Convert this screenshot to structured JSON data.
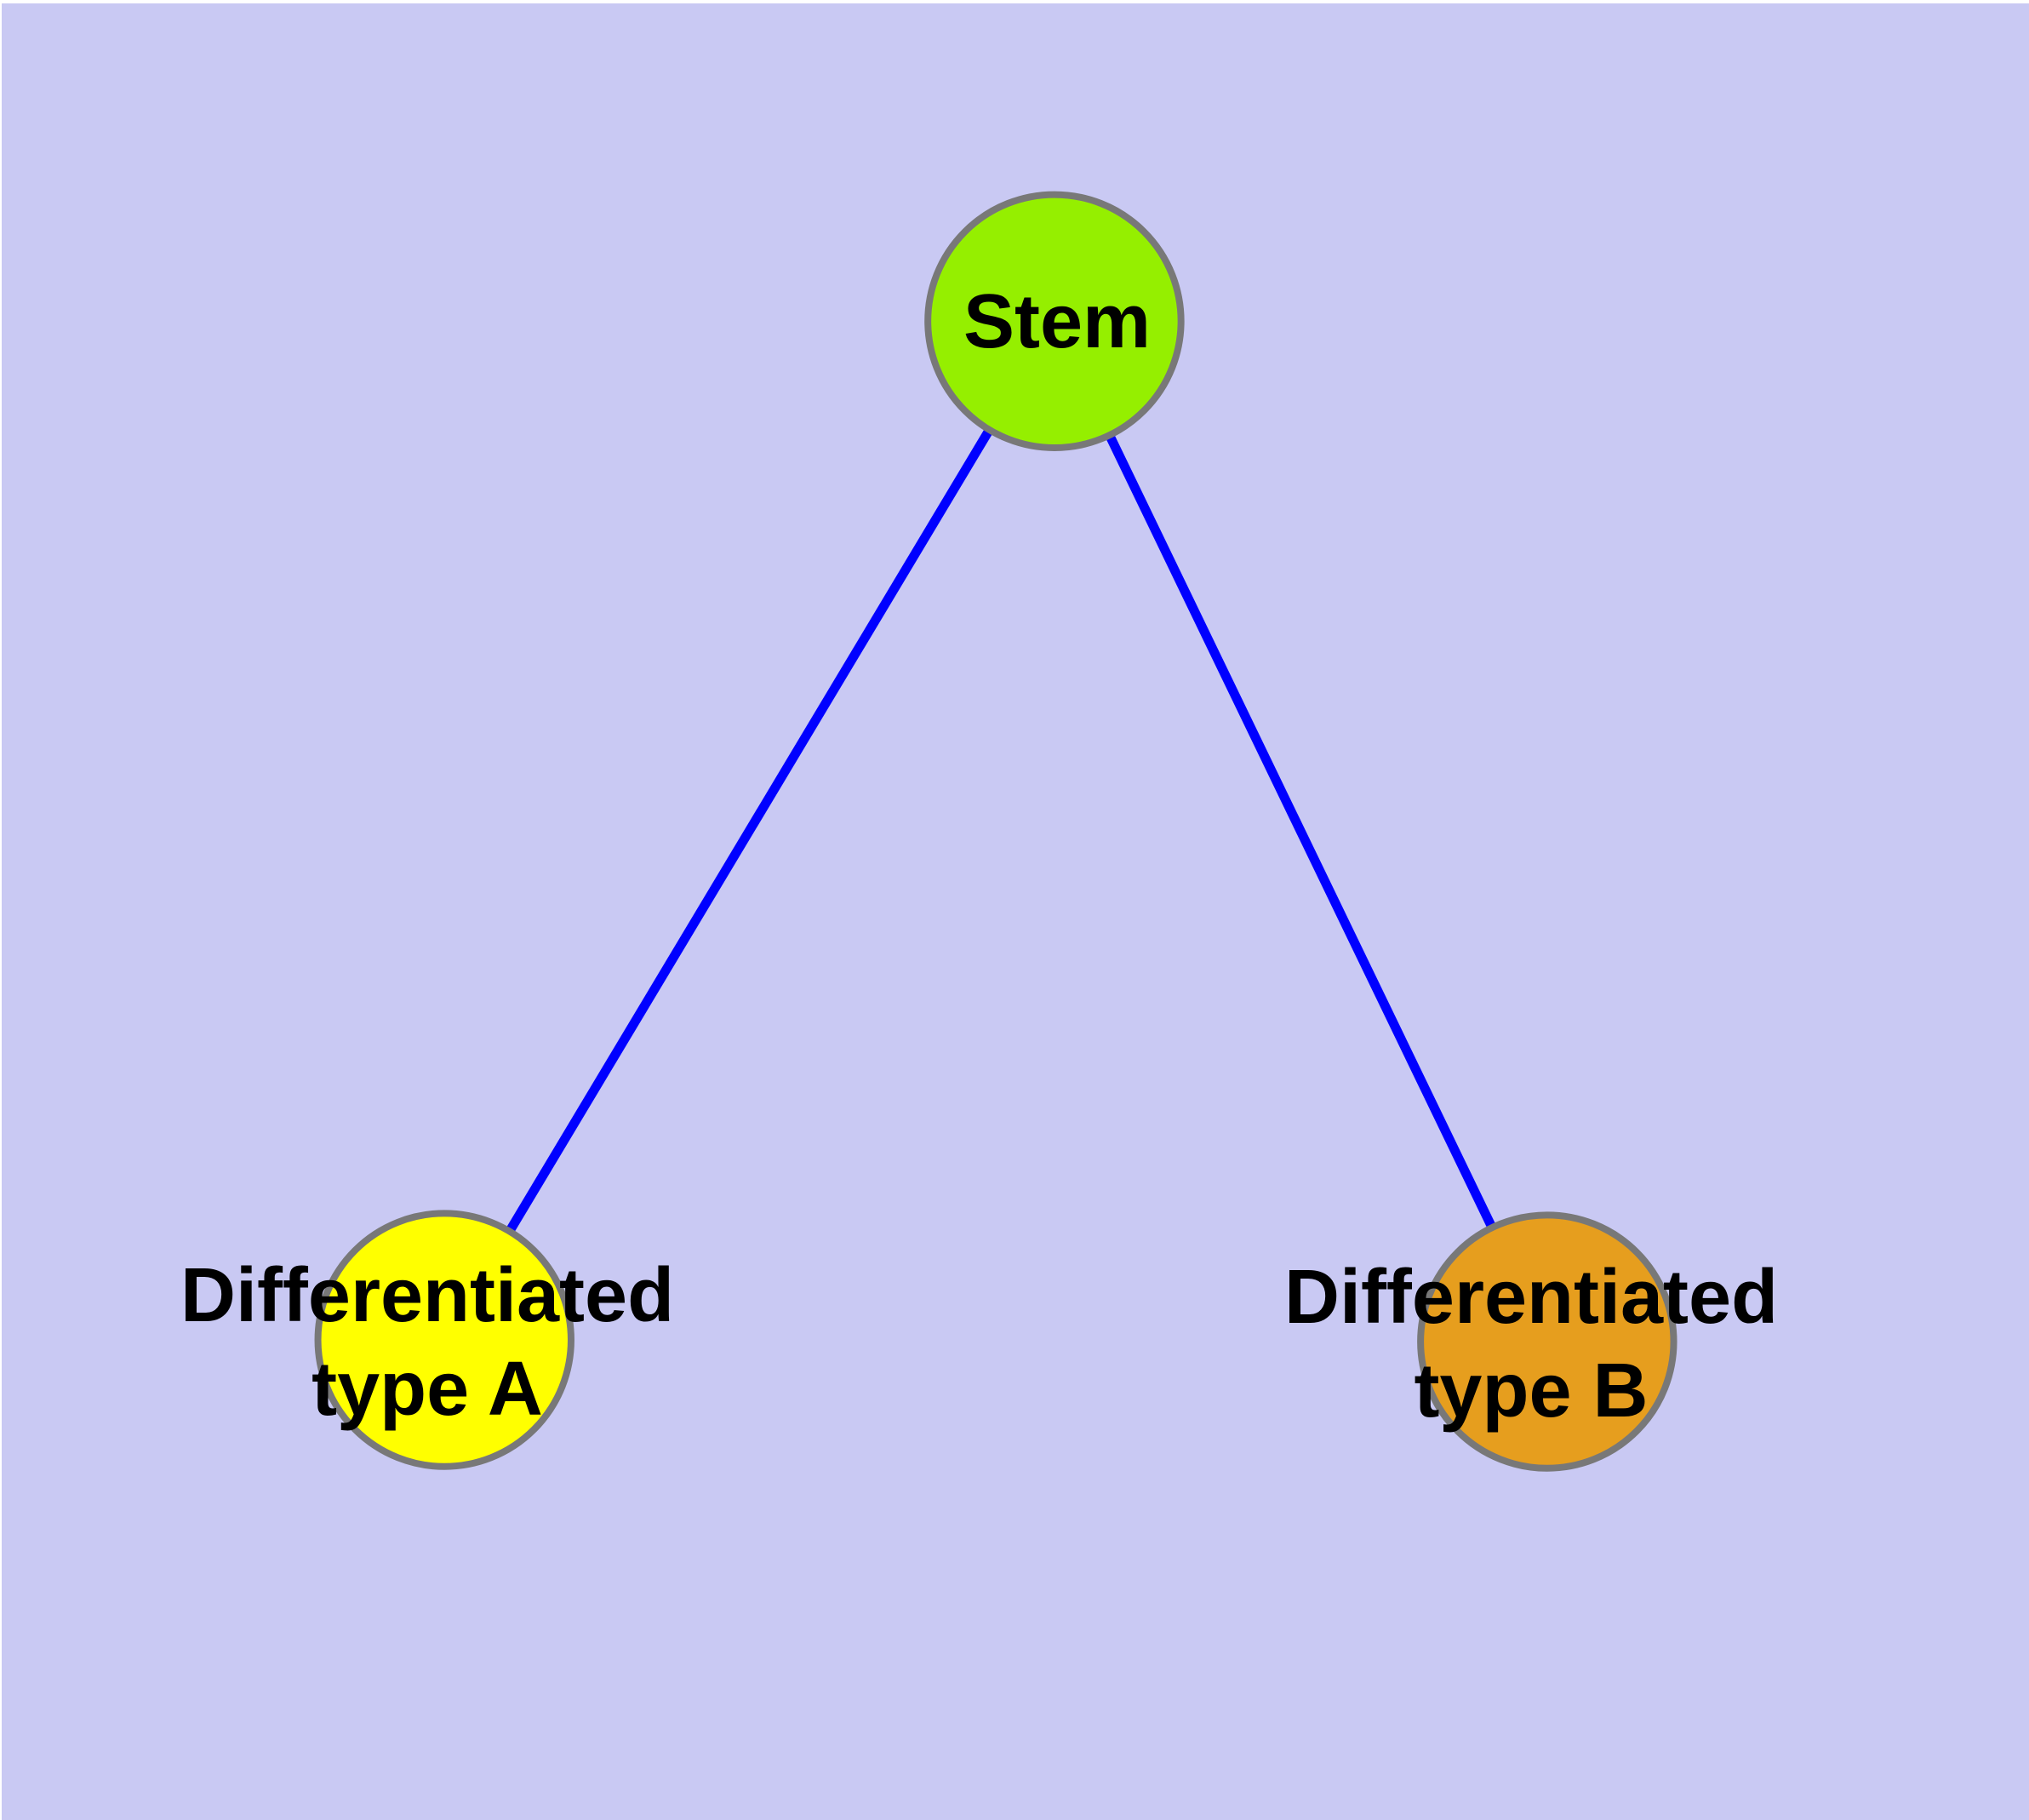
{
  "diagram": {
    "background_color": "#C9C9F3",
    "edge_color": "#0000FF",
    "edge_width": "11",
    "node_border_color": "#787878",
    "node_border_width": "8",
    "label_color": "#000000",
    "nodes": [
      {
        "id": "stem",
        "label_lines": [
          "Stem"
        ],
        "color": "#95EF00"
      },
      {
        "id": "diff-a",
        "label_lines": [
          "Differentiated",
          "type A"
        ],
        "color": "#FFFF00"
      },
      {
        "id": "diff-b",
        "label_lines": [
          "Differentiated",
          "type B"
        ],
        "color": "#E69E1E"
      }
    ],
    "edges": [
      {
        "from": "Stem",
        "to": "Differentiated type A"
      },
      {
        "from": "Stem",
        "to": "Differentiated type B"
      }
    ]
  }
}
